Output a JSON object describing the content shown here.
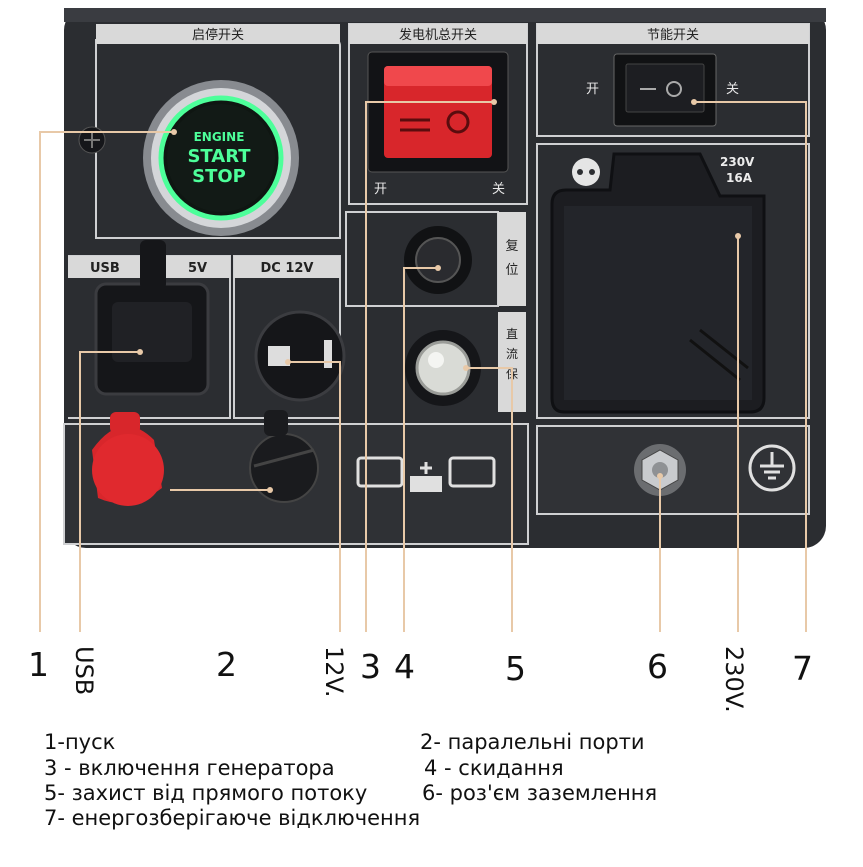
{
  "panel": {
    "start_stop_header": "启停开关",
    "button_line1": "ENGINE",
    "button_line2": "START",
    "button_line3": "STOP",
    "generator_switch_header": "发电机总开关",
    "generator_on": "开",
    "generator_off": "关",
    "eco_switch_header": "节能开关",
    "eco_on": "开",
    "eco_off": "关",
    "usb_label": "USB",
    "usb_voltage": "5V",
    "dc_label": "DC 12V",
    "reset_label_1": "复",
    "reset_label_2": "位",
    "dc_protect_label_1": "直",
    "dc_protect_label_2": "流",
    "dc_protect_label_3": "保",
    "socket_rating_1": "230V",
    "socket_rating_2": "16A"
  },
  "callouts": {
    "n1": "1",
    "usb": "USB",
    "n2": "2",
    "v12": "12V.",
    "n3": "3",
    "n4": "4",
    "n5": "5",
    "n6": "6",
    "v230": "230V.",
    "n7": "7"
  },
  "legend": {
    "l1": "1-пуск",
    "l2": "2- паралельні порти",
    "l3": "3 - включення генератора",
    "l4": "4 - скидання",
    "l5": "5- захист від прямого потоку",
    "l6": "6- роз'єм заземлення",
    "l7": "7- енергозберігаюче відключення"
  },
  "colors": {
    "panel": "#2b2d31",
    "frame": "#cfd0d2",
    "leader": "#e8c9a8",
    "glow": "#4dff9a",
    "red_switch": "#d8262b"
  }
}
